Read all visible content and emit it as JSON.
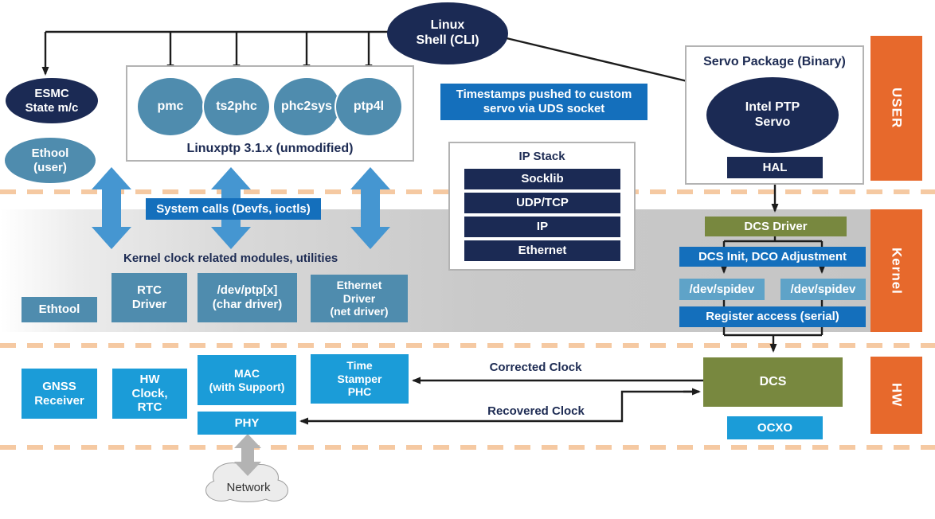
{
  "palette": {
    "navy": "#1b2a54",
    "navy-text": "#1d2b53",
    "steel": "#4f8cae",
    "blue": "#146fbc",
    "cyan": "#1b9cd8",
    "olive": "#78883f",
    "spidev": "#5fa3c8",
    "orange": "#e7692c",
    "peach": "#f5c9a2",
    "arrow-blue": "#4596d1",
    "arrow-gray": "#b3b3b3"
  },
  "layers": {
    "user": "USER",
    "kernel": "Kernel",
    "hw": "HW"
  },
  "user_layer": {
    "linux_shell": "Linux\nShell (CLI)",
    "esmc": "ESMC\nState m/c",
    "ethool": "Ethool\n(user)",
    "linuxptp": {
      "caption": "Linuxptp 3.1.x (unmodified)",
      "circles": [
        "pmc",
        "ts2phc",
        "phc2sys",
        "ptp4l"
      ]
    },
    "timestamps_note": "Timestamps pushed to custom\nservo via UDS socket",
    "ip_stack": {
      "title": "IP Stack",
      "rows": [
        "Socklib",
        "UDP/TCP",
        "IP",
        "Ethernet"
      ]
    },
    "servo_package": {
      "title": "Servo Package (Binary)",
      "servo": "Intel PTP\nServo",
      "hal": "HAL"
    }
  },
  "kernel_layer": {
    "system_calls": "System calls (Devfs, ioctls)",
    "caption": "Kernel clock related modules, utilities",
    "ethtool": "Ethtool",
    "rtc_driver": "RTC\nDriver",
    "dev_ptp": "/dev/ptp[x]\n(char driver)",
    "ethernet_driver": "Ethernet\nDriver\n(net driver)",
    "dcs_driver": "DCS Driver",
    "dcs_init": "DCS Init, DCO Adjustment",
    "spidev_left": "/dev/spidev",
    "spidev_right": "/dev/spidev",
    "register_access": "Register access (serial)"
  },
  "hw_layer": {
    "gnss": "GNSS\nReceiver",
    "hw_clock": "HW\nClock,\nRTC",
    "mac": "MAC\n(with Support)",
    "phy": "PHY",
    "time_stamper": "Time\nStamper\nPHC",
    "dcs": "DCS",
    "ocxo": "OCXO",
    "corrected_clock_label": "Corrected Clock",
    "recovered_clock_label": "Recovered Clock",
    "network": "Network"
  }
}
